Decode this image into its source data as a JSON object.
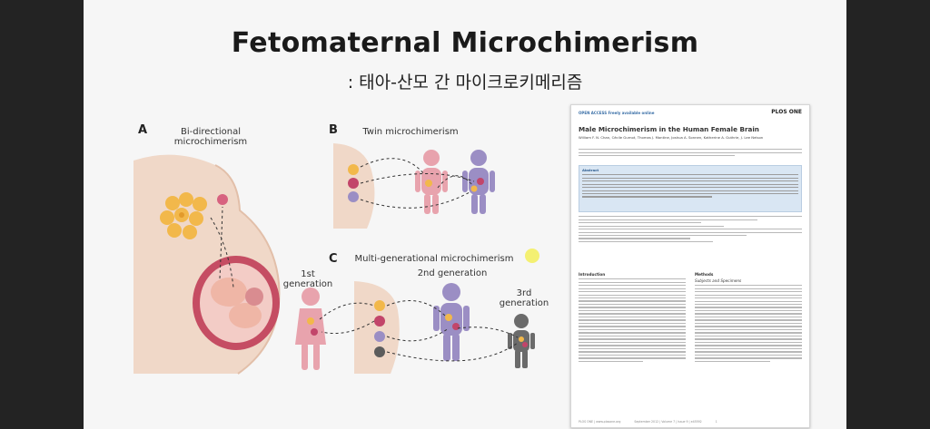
{
  "slide": {
    "title": "Fetomaternal Microchimerism",
    "subtitle": ": 태아-산모 간 마이크로키메리즘"
  },
  "figure": {
    "panel_a": {
      "letter": "A",
      "label_line1": "Bi-directional",
      "label_line2": "microchimerism"
    },
    "panel_b": {
      "letter": "B",
      "label": "Twin microchimerism"
    },
    "panel_c": {
      "letter": "C",
      "label": "Multi-generational microchimerism",
      "gen1": "1st generation",
      "gen2": "2nd generation",
      "gen3": "3rd generation"
    }
  },
  "paper": {
    "journal": "OPEN ACCESS  Freely available online",
    "publisher_logo": "PLOS ONE",
    "title": "Male Microchimerism in the Human Female Brain",
    "authors": "William F. N. Chan, Cécile Gurnot, Thomas J. Montine, Joshua A. Sonnen, Katherine A. Guthrie, J. Lee Nelson",
    "abstract_heading": "Abstract",
    "section_intro": "Introduction",
    "section_methods": "Methods",
    "section_subjects": "Subjects and Specimens",
    "footer_left": "PLOS ONE | www.plosone.org",
    "footer_mid": "September 2012 | Volume 7 | Issue 9 | e45592",
    "footer_page": "1"
  },
  "colors": {
    "slide_bg": "#f6f6f6",
    "frame_bg": "#232323",
    "abstract_bg": "#d9e6f3",
    "fetal_cell": "#f2b84b",
    "maternal_cell": "#c2456a",
    "mother_figure": "#e8a3ad",
    "sibling_figure": "#9b8ec4"
  }
}
